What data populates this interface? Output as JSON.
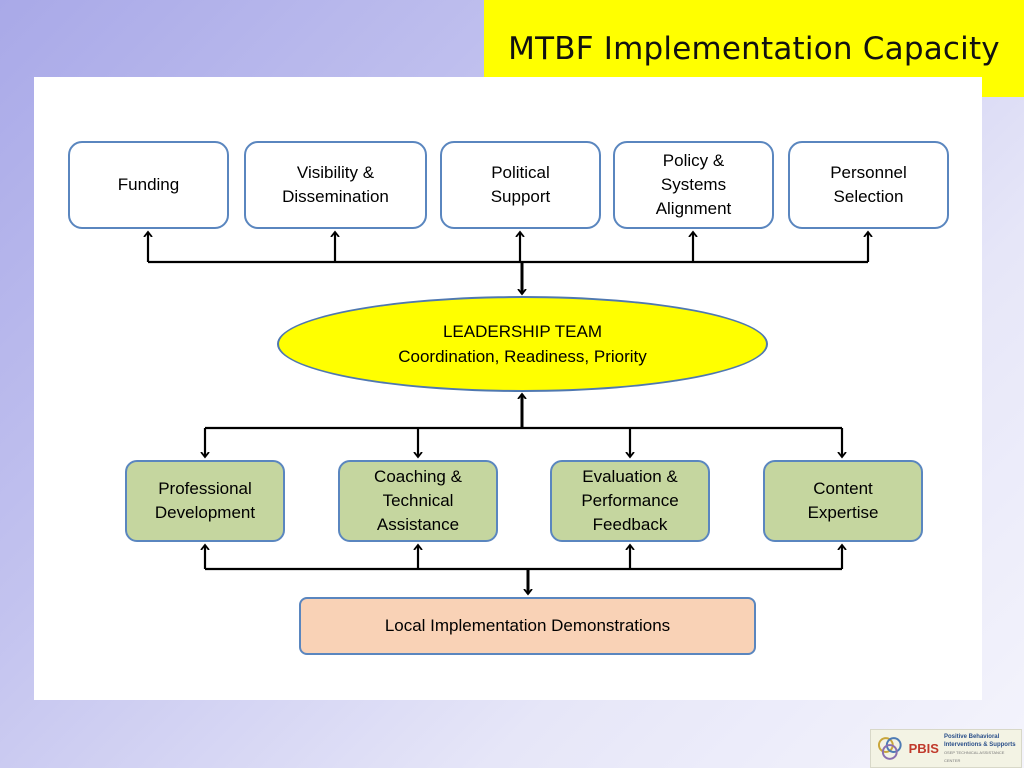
{
  "title": "MTBF Implementation Capacity",
  "top_boxes": [
    {
      "lines": [
        "Funding"
      ]
    },
    {
      "lines": [
        "Visibility &",
        "Dissemination"
      ]
    },
    {
      "lines": [
        "Political",
        "Support"
      ]
    },
    {
      "lines": [
        "Policy &",
        "Systems",
        "Alignment"
      ]
    },
    {
      "lines": [
        "Personnel",
        "Selection"
      ]
    }
  ],
  "leadership": {
    "line1": "LEADERSHIP TEAM",
    "line2": "Coordination, Readiness, Priority"
  },
  "middle_boxes": [
    {
      "lines": [
        "Professional",
        "Development"
      ]
    },
    {
      "lines": [
        "Coaching &",
        "Technical",
        "Assistance"
      ]
    },
    {
      "lines": [
        "Evaluation &",
        "Performance",
        "Feedback"
      ]
    },
    {
      "lines": [
        "Content",
        "Expertise"
      ]
    }
  ],
  "bottom_box": {
    "label": "Local Implementation Demonstrations"
  },
  "logo": {
    "word": "PBIS",
    "tagline1": "Positive Behavioral",
    "tagline2": "Interventions & Supports",
    "tagline3": "OSEP TECHNICAL ASSISTANCE CENTER"
  },
  "colors": {
    "title_bg": "#ffff00",
    "box_border": "#5a86bf",
    "ellipse_fill": "#ffff00",
    "middle_fill": "#c5d69f",
    "bottom_fill": "#f9d2b6"
  }
}
